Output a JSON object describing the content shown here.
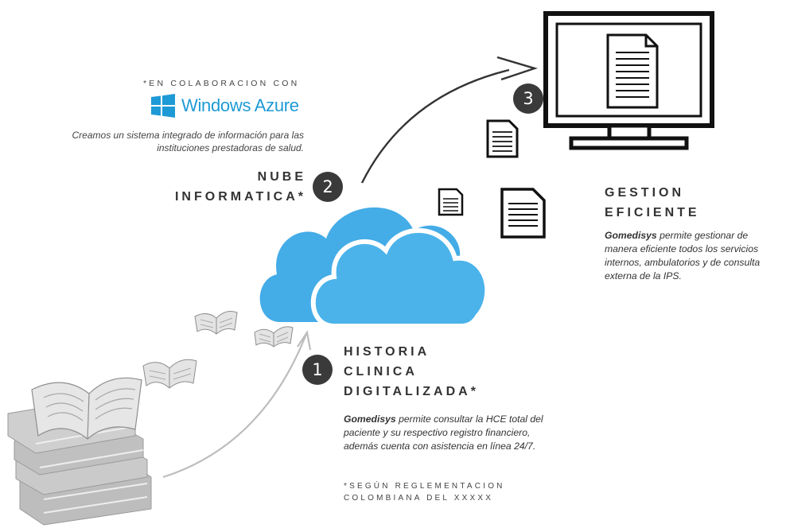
{
  "collaboration": {
    "label": "*EN COLABORACION CON",
    "partner": "Windows Azure",
    "description": "Creamos un sistema integrado de información para las instituciones prestadoras de salud.",
    "partner_color": "#1e9ad6"
  },
  "steps": [
    {
      "number": "1",
      "title_lines": [
        "HISTORIA",
        "CLINICA",
        "DIGITALIZADA*"
      ],
      "brand": "Gomedisys",
      "text": " permite consultar la HCE total del paciente y su respectivo registro financiero, además cuenta con asistencia en línea 24/7."
    },
    {
      "number": "2",
      "title_lines": [
        "NUBE",
        "INFORMATICA*"
      ]
    },
    {
      "number": "3",
      "title_lines": [
        "GESTION",
        "EFICIENTE"
      ],
      "brand": "Gomedisys",
      "text": " permite gestionar de manera eficiente todos los servicios internos, ambulatorios y de consulta externa de la IPS."
    }
  ],
  "footnote": {
    "line1": "*SEGÚN REGLEMENTACION",
    "line2": "COLOMBIANA DEL XXXXX"
  },
  "icons": [
    "books-icon",
    "open-book-icon",
    "cloud-icon",
    "document-icon",
    "monitor-icon",
    "windows-logo-icon",
    "arrow-icon"
  ],
  "colors": {
    "cloud": "#3aa8e6",
    "step_badge": "#3a3a3a",
    "books": "#b5b5b5",
    "azure_blue": "#1e9ad6"
  }
}
